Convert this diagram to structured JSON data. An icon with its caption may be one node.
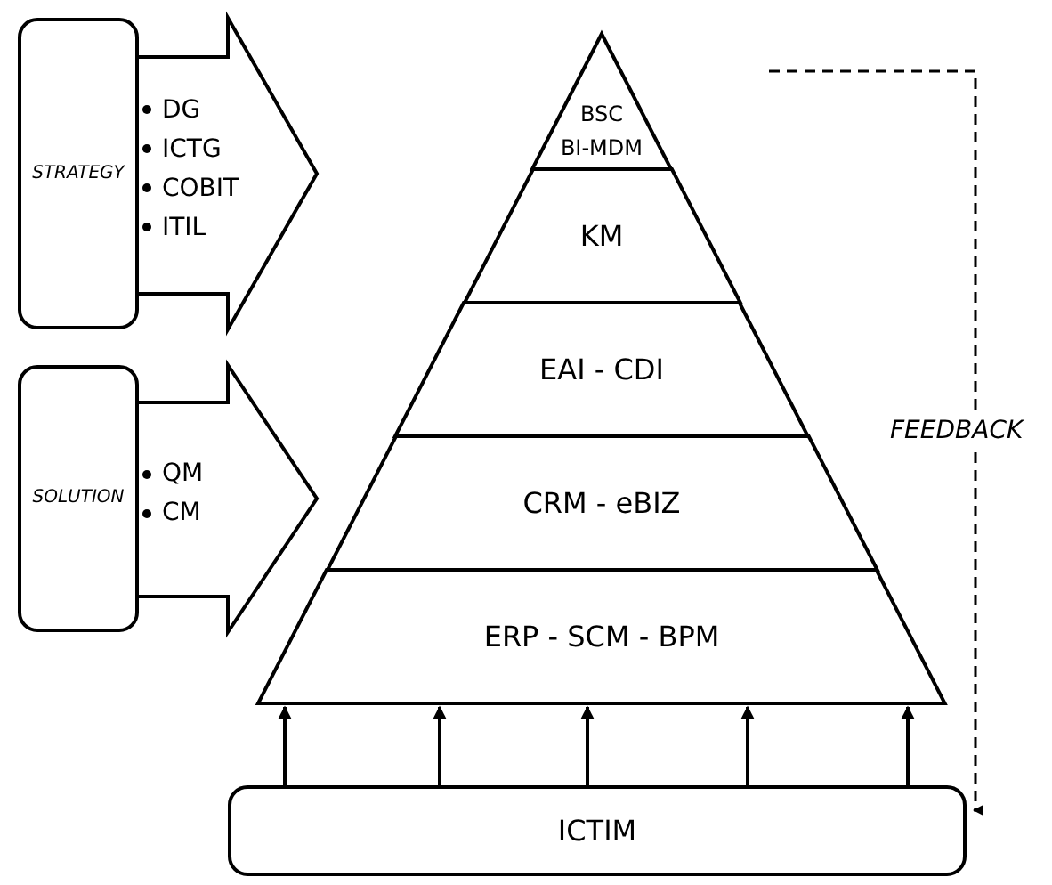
{
  "diagram": {
    "nodes": [
      {
        "text": [
          "STRATEGY"
        ]
      },
      {
        "text": [
          "DG",
          "ICTG",
          "COBIT",
          "ITIL"
        ]
      },
      {
        "text": [
          "SOLUTION"
        ]
      },
      {
        "text": [
          "QM",
          "CM"
        ]
      },
      {
        "text": [
          "BSC",
          "BI-MDM"
        ]
      },
      {
        "text": [
          "KM"
        ]
      },
      {
        "text": [
          "EAI - CDI"
        ]
      },
      {
        "text": [
          "CRM - eBIZ"
        ]
      },
      {
        "text": [
          "ERP - SCM - BPM"
        ]
      },
      {
        "text": [
          "ICTIM"
        ]
      }
    ],
    "edges": [
      {
        "from": 9,
        "to": 8,
        "arrow": "to"
      },
      {
        "from": 9,
        "to": 8,
        "arrow": "to"
      },
      {
        "from": 9,
        "to": 8,
        "arrow": "to"
      },
      {
        "from": 9,
        "to": 8,
        "arrow": "to"
      },
      {
        "from": 9,
        "to": 8,
        "arrow": "to"
      },
      {
        "from": null,
        "to": 9,
        "arrow": "to",
        "style": "dashed",
        "label": "FEEDBACK"
      }
    ]
  }
}
